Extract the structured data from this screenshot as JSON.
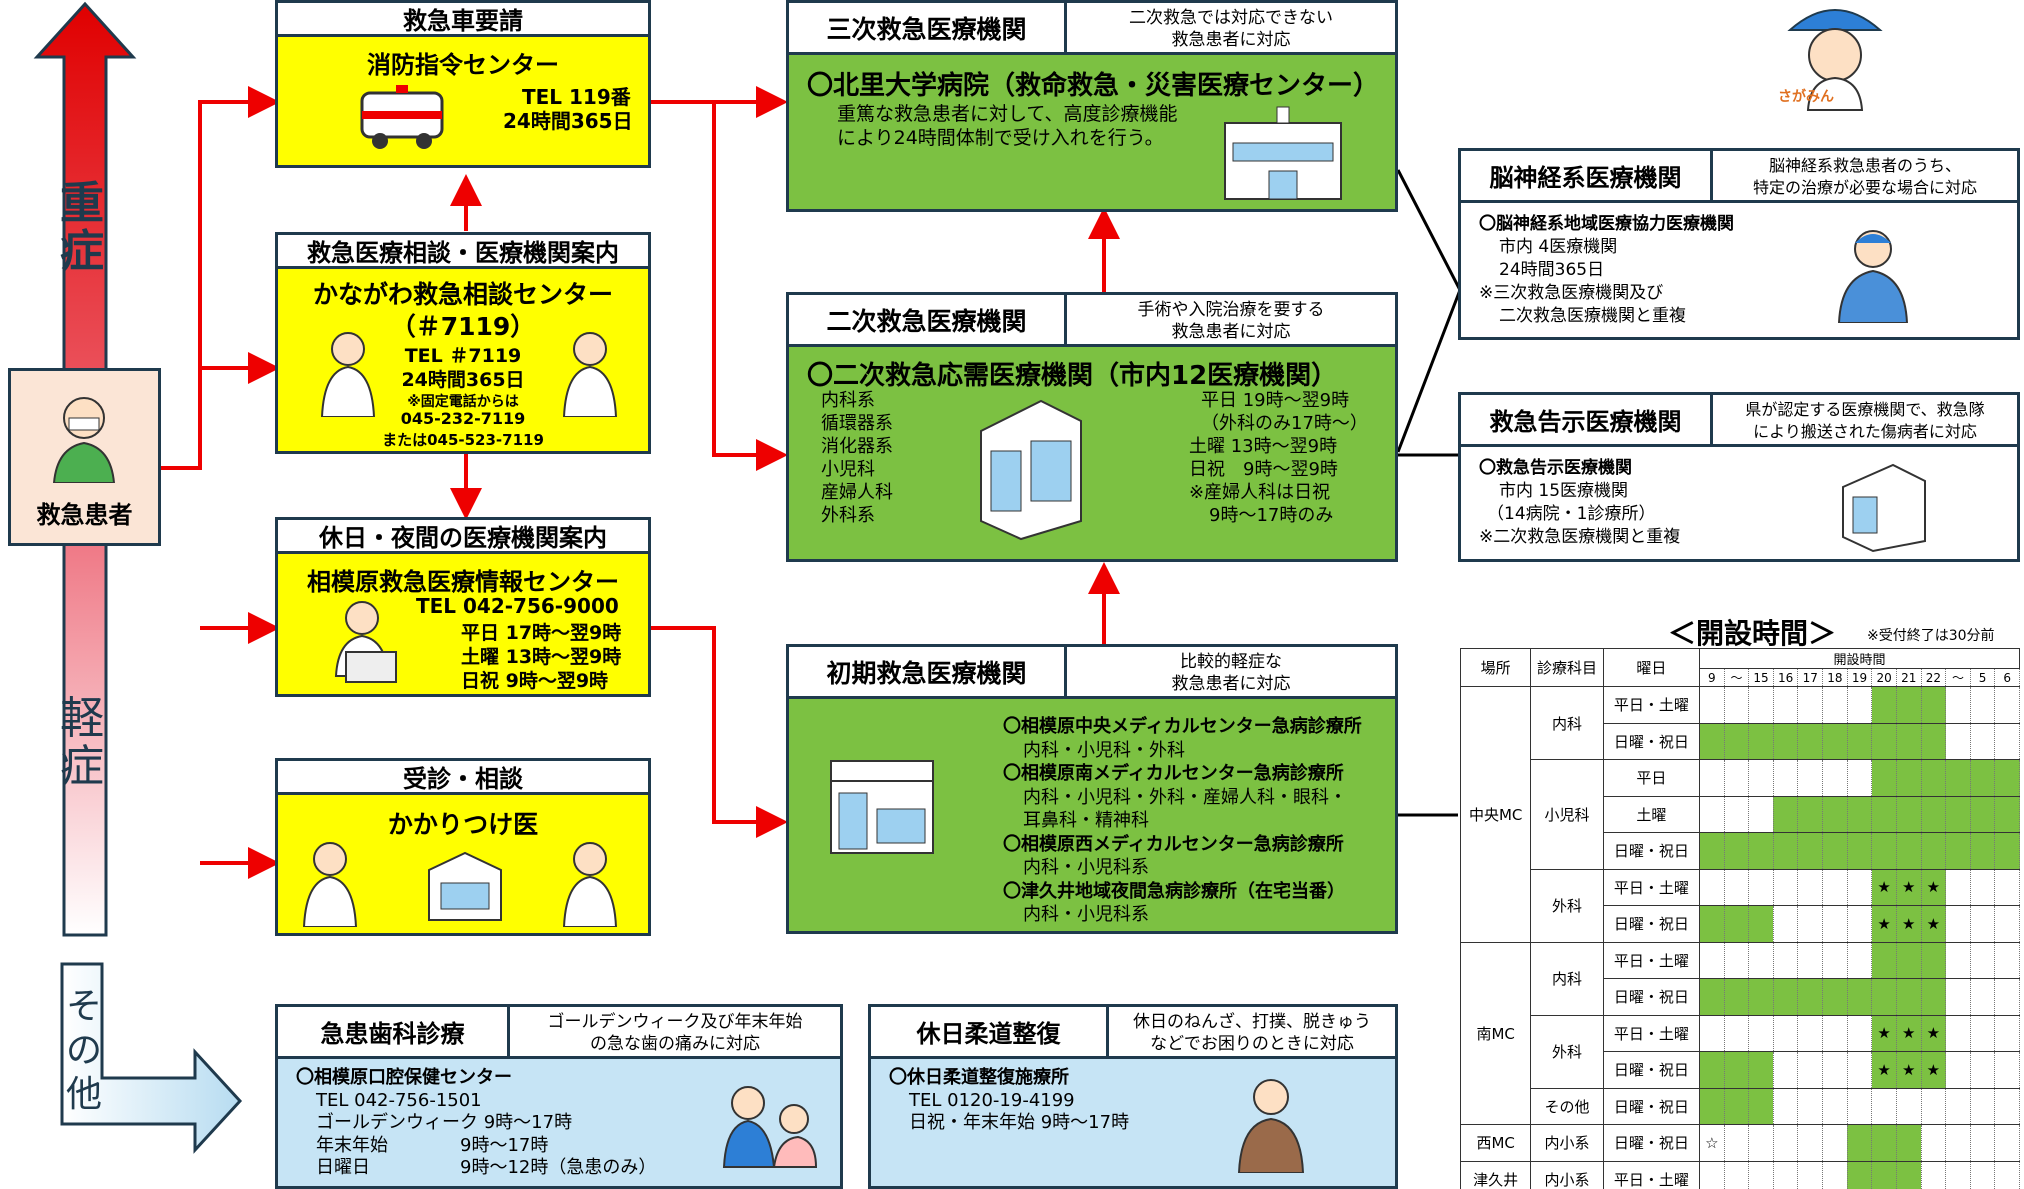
{
  "severity": {
    "severe": [
      "重",
      "症"
    ],
    "mild": [
      "軽",
      "症"
    ],
    "other": [
      "そ",
      "の",
      "他"
    ]
  },
  "patient": {
    "label": "救急患者"
  },
  "ambulance": {
    "title": "救急車要請",
    "name": "消防指令センター",
    "tel": "TEL 119番",
    "hours": "24時間365日"
  },
  "consult": {
    "title": "救急医療相談・医療機関案内",
    "name1": "かながわ救急相談センター",
    "name2": "（＃7119）",
    "tel": "TEL ＃7119",
    "hours": "24時間365日",
    "note1": "※固定電話からは",
    "note2": "045-232-7119",
    "note3": "または045-523-7119"
  },
  "night": {
    "title": "休日・夜間の医療機関案内",
    "name": "相模原救急医療情報センター",
    "tel": "TEL 042-756-9000",
    "rows": [
      "平日 17時～翌9時",
      "土曜 13時～翌9時",
      "日祝 9時～翌9時"
    ]
  },
  "family": {
    "title": "受診・相談",
    "name": "かかりつけ医"
  },
  "tertiary": {
    "title": "三次救急医療機関",
    "desc1": "二次救急では対応できない",
    "desc2": "救急患者に対応",
    "name": "〇北里大学病院（救命救急・災害医療センター）",
    "body1": "重篤な救急患者に対して、高度診療機能",
    "body2": "により24時間体制で受け入れを行う。"
  },
  "secondary": {
    "title": "二次救急医療機関",
    "desc1": "手術や入院治療を要する",
    "desc2": "救急患者に対応",
    "name": "〇二次救急応需医療機関（市内12医療機関）",
    "depts": [
      "内科系",
      "循環器系",
      "消化器系",
      "小児科",
      "産婦人科",
      "外科系"
    ],
    "hours": [
      "平日 19時～翌9時",
      "（外科のみ17時～）",
      "土曜 13時～翌9時",
      "日祝　9時～翌9時",
      "※産婦人科は日祝",
      "9時～17時のみ"
    ]
  },
  "primary": {
    "title": "初期救急医療機関",
    "desc1": "比較的軽症な",
    "desc2": "救急患者に対応",
    "items": [
      "〇相模原中央メディカルセンター急病診療所",
      "内科・小児科・外科",
      "〇相模原南メディカルセンター急病診療所",
      "内科・小児科・外科・産婦人科・眼科・",
      "耳鼻科・精神科",
      "〇相模原西メディカルセンター急病診療所",
      "内科・小児科系",
      "〇津久井地域夜間急病診療所（在宅当番）",
      "内科・小児科系"
    ]
  },
  "neuro": {
    "title": "脳神経系医療機関",
    "desc1": "脳神経系救急患者のうち、",
    "desc2": "特定の治療が必要な場合に対応",
    "lines": [
      "〇脳神経系地域医療協力医療機関",
      "市内 4医療機関",
      "24時間365日",
      "※三次救急医療機関及び",
      "二次救急医療機関と重複"
    ]
  },
  "notified": {
    "title": "救急告示医療機関",
    "desc1": "県が認定する医療機関で、救急隊",
    "desc2": "により搬送された傷病者に対応",
    "lines": [
      "〇救急告示医療機関",
      "市内 15医療機関",
      "（14病院・1診療所）",
      "※二次救急医療機関と重複"
    ]
  },
  "dental": {
    "title": "急患歯科診療",
    "desc1": "ゴールデンウィーク及び年末年始",
    "desc2": "の急な歯の痛みに対応",
    "lines": [
      "〇相模原口腔保健センター",
      "TEL 042-756-1501",
      "ゴールデンウィーク 9時～17時",
      "年末年始　　　　9時～17時",
      "日曜日　　　　　9時～12時（急患のみ）"
    ]
  },
  "judo": {
    "title": "休日柔道整復",
    "desc1": "休日のねんざ、打撲、脱きゅう",
    "desc2": "などでお困りのときに対応",
    "lines": [
      "〇休日柔道整復施療所",
      "TEL 0120-19-4199",
      "日祝・年末年始 9時～17時"
    ]
  },
  "mascot": {
    "text": "さがみん"
  },
  "schedule": {
    "title": "＜開設時間＞",
    "note": "※受付終了は30分前",
    "head": [
      "場所",
      "診療科目",
      "曜日",
      "開設時間"
    ],
    "hours": [
      "9",
      "～",
      "15",
      "16",
      "17",
      "18",
      "19",
      "20",
      "21",
      "22",
      "～",
      "5",
      "6"
    ],
    "places": {
      "chuo": "中央MC",
      "minami": "南MC",
      "nishi": "西MC",
      "tsukui": "津久井"
    },
    "depts": {
      "naika": "内科",
      "shonika": "小児科",
      "geka": "外科",
      "other": "その他",
      "naisho": "内小系"
    },
    "days": {
      "wsat": "平日・土曜",
      "sunhol": "日曜・祝日",
      "weekday": "平日",
      "sat": "土曜"
    },
    "star": "★",
    "wstar": "☆"
  }
}
